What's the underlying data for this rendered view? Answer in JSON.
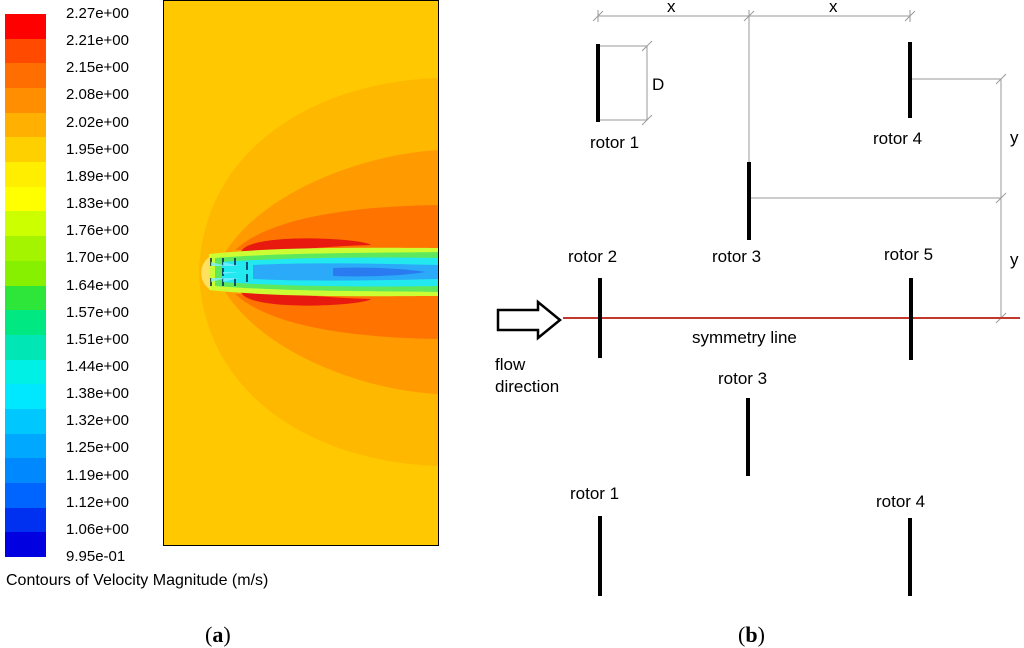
{
  "legend": {
    "ticks": [
      "2.27e+00",
      "2.21e+00",
      "2.15e+00",
      "2.08e+00",
      "2.02e+00",
      "1.95e+00",
      "1.89e+00",
      "1.83e+00",
      "1.76e+00",
      "1.70e+00",
      "1.64e+00",
      "1.57e+00",
      "1.51e+00",
      "1.44e+00",
      "1.38e+00",
      "1.32e+00",
      "1.25e+00",
      "1.19e+00",
      "1.12e+00",
      "1.06e+00",
      "9.95e-01"
    ],
    "colors": [
      "#ff0000",
      "#ff4a00",
      "#ff6e00",
      "#ff8f00",
      "#ffb000",
      "#ffd000",
      "#ffee00",
      "#ffff00",
      "#ccff00",
      "#a4f400",
      "#86f000",
      "#2ee63a",
      "#00e882",
      "#00e6b4",
      "#00f0e6",
      "#00e8ff",
      "#00c8ff",
      "#00a8ff",
      "#0088ff",
      "#0064ff",
      "#0030f0",
      "#0000e0"
    ],
    "caption": "Contours of Velocity Magnitude (m/s)"
  },
  "panels": {
    "a_label": "a",
    "b_label": "b"
  },
  "diagram": {
    "dimension_x": "x",
    "dimension_y": "y",
    "dimension_d": "D",
    "rotors": {
      "top_rotor_1": "rotor 1",
      "top_rotor_4": "rotor 4",
      "rotor_2": "rotor 2",
      "rotor_3_upper": "rotor 3",
      "rotor_5": "rotor 5",
      "rotor_3_lower": "rotor 3",
      "bottom_rotor_1": "rotor 1",
      "bottom_rotor_4": "rotor 4"
    },
    "symmetry_line": "symmetry line",
    "flow_label_line1": "flow",
    "flow_label_line2": "direction",
    "symmetry_color": "#c0392b"
  },
  "contour_colors": {
    "background": "#ffc800",
    "outer_band": "#ffb800",
    "mid_band": "#ff9a00",
    "inner_band": "#ff7400",
    "peak": "#e81a10",
    "wake_outer": "#ccff33",
    "wake_green": "#5ee85e",
    "wake_cyan": "#22e8f0",
    "wake_blue": "#2aaaf8",
    "wake_core": "#2a7af0",
    "front_cap": "#ffe060"
  }
}
